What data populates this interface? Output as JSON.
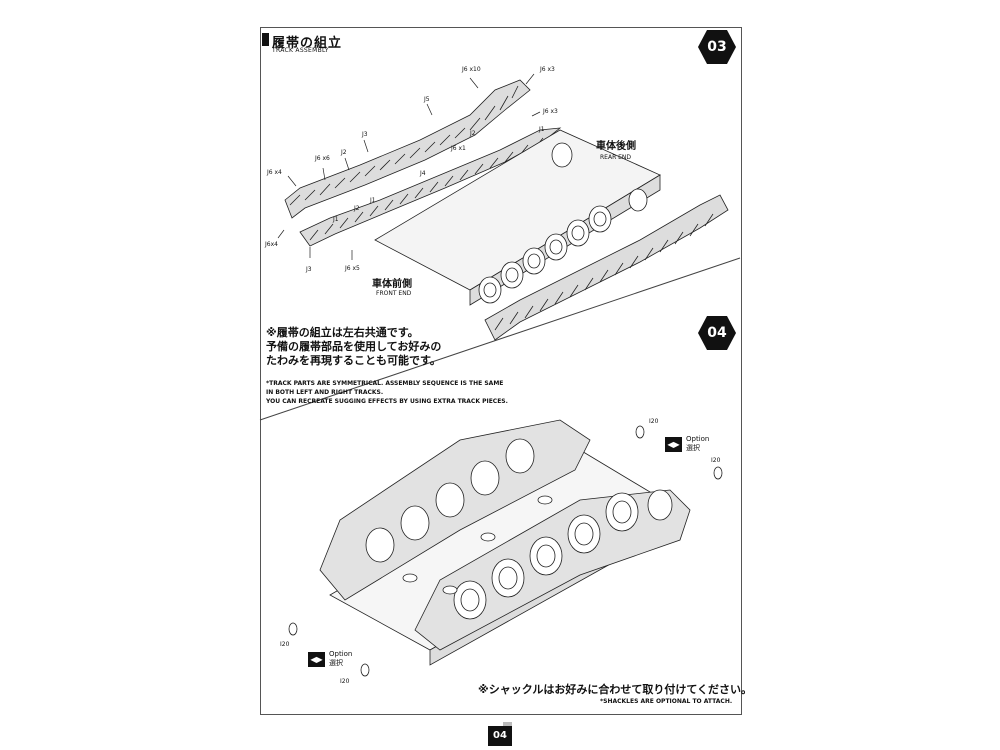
{
  "section": {
    "title_jp": "履帯の組立",
    "title_en": "TRACK ASSEMBLY"
  },
  "steps": {
    "step1": "03",
    "step2": "04"
  },
  "part_labels": {
    "j6x10": "J6 x10",
    "j6x3_top": "J6 x3",
    "j6x3_mid": "J6 x3",
    "j5": "J5",
    "j1_right": "J1",
    "j3_upper": "J3",
    "j2_right": "J2",
    "j6x6": "J6 x6",
    "j2_left": "J2",
    "j6x1": "J6 x1",
    "j4": "J4",
    "j6x4_top": "J6 x4",
    "j1_left": "J1",
    "j2_lower": "J2",
    "j1_lower": "J1",
    "j6x4_bottom": "J6x4",
    "j3_lower": "J3",
    "j6x5": "J6 x5"
  },
  "ends": {
    "rear_jp": "車体後側",
    "rear_en": "REAR END",
    "front_jp": "車体前側",
    "front_en": "FRONT END"
  },
  "notes": {
    "jp_line1": "※履帯の組立は左右共通です。",
    "jp_line2": "予備の履帯部品を使用してお好みの",
    "jp_line3": "たわみを再現することも可能です。",
    "en_line1": "*TRACK PARTS ARE SYMMETRICAL.  ASSEMBLY SEQUENCE IS THE SAME",
    "en_line2": "IN BOTH LEFT AND RIGHT TRACKS.",
    "en_line3": "YOU CAN RECREATE SUGGING EFFECTS BY USING EXTRA TRACK PIECES."
  },
  "step2_labels": {
    "i20_tl": "I20",
    "i20_tr": "I20",
    "i20_bl": "I20",
    "i20_bm": "I20",
    "option_en_top": "Option",
    "option_jp_top": "選択",
    "option_en_bottom": "Option",
    "option_jp_bottom": "選択"
  },
  "footer": {
    "note_jp": "※シャックルはお好みに合わせて取り付けてください。",
    "note_en": "*SHACKLES ARE OPTIONAL TO ATTACH.",
    "page_number": "04"
  }
}
